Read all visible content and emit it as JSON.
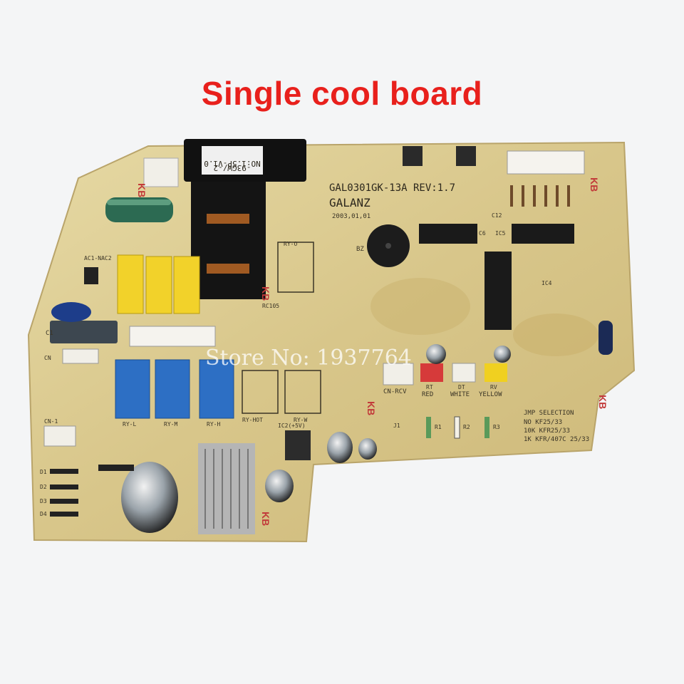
{
  "caption": {
    "text": "Single cool board",
    "color": "#e8201c"
  },
  "watermark": {
    "text": "Store No: 1937764"
  },
  "board": {
    "model": "GAL0301GK-13A  REV:1.7",
    "brand": "GALANZ",
    "date": "2003,01,01",
    "transformer_label_1": "NO:1.5P-V1.0",
    "transformer_label_2": "-93GW/-2",
    "kb_mark": "KB",
    "connectors": {
      "rcv": "CN-RCV",
      "red": "RED",
      "white": "WHITE",
      "yellow": "YELLOW",
      "rt": "RT",
      "dt": "DT",
      "rv": "RV"
    },
    "relays": {
      "ry_l": "RY-L",
      "ry_m": "RY-M",
      "ry_h": "RY-H",
      "ry_hot": "RY-HOT",
      "ry_w": "RY-W",
      "ry_o": "RY-O"
    },
    "refs": {
      "bz": "BZ",
      "c1": "C1",
      "cn": "CN",
      "cn1": "CN-1",
      "ic4": "IC4",
      "ic5": "IC5",
      "c6": "C6",
      "c12": "C12",
      "r1": "R1",
      "r2": "R2",
      "r3": "R3",
      "j1": "J1",
      "d1": "D1",
      "d2": "D2",
      "d3": "D3",
      "d4": "D4",
      "rc105": "RC105",
      "ac": "AC1-NAC2",
      "icv": "IC2(+5V)"
    },
    "jmp_table": {
      "header": "JMP  SELECTION",
      "rows": [
        "NO   KF25/33",
        "10K  KFR25/33",
        "1K   KFR/407C 25/33"
      ]
    }
  },
  "colors": {
    "background": "#f4f5f6",
    "board": "#d9c98e",
    "relay_yellow": "#f2d22a",
    "relay_blue": "#2d6fc4",
    "transformer": "#1a1a1a",
    "connector_red": "#d63a3a",
    "connector_yellow": "#f0d020"
  }
}
